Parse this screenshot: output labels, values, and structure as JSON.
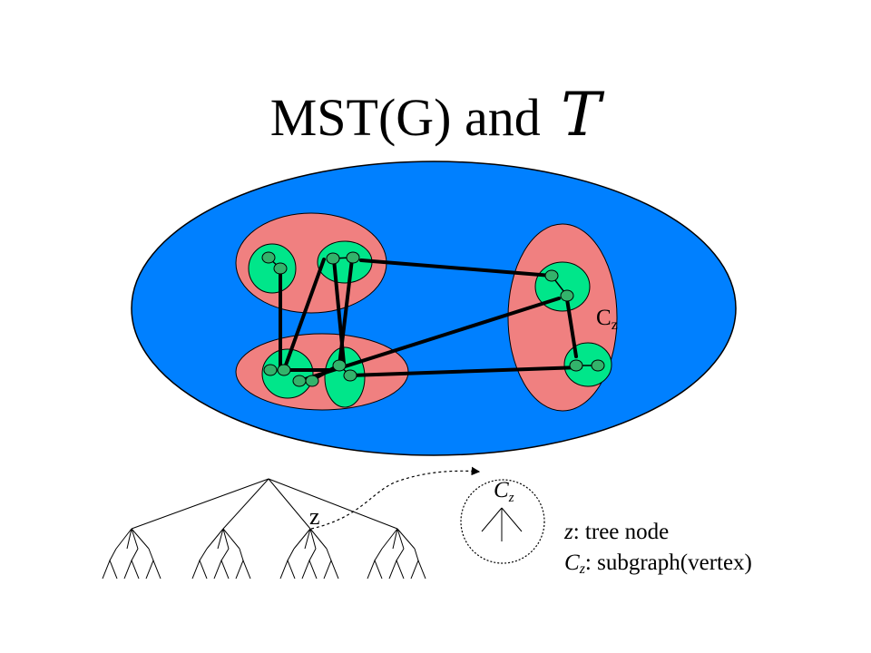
{
  "slide": {
    "title_text": "MST(G) and",
    "title_symbol": "T"
  },
  "graph": {
    "cluster_label": "C",
    "cluster_label_sub": "z"
  },
  "tree": {
    "node_label": "z"
  },
  "zoom": {
    "label": "C",
    "label_sub": "z"
  },
  "legend": {
    "line1_var": "z",
    "line1_text": ": tree node",
    "line2_var": "C",
    "line2_sub": "z",
    "line2_text": ": subgraph(vertex)"
  },
  "colors": {
    "outer": "#0080ff",
    "cluster": "#f08080",
    "subcluster": "#00e68a",
    "vertex": "#33b36b"
  }
}
